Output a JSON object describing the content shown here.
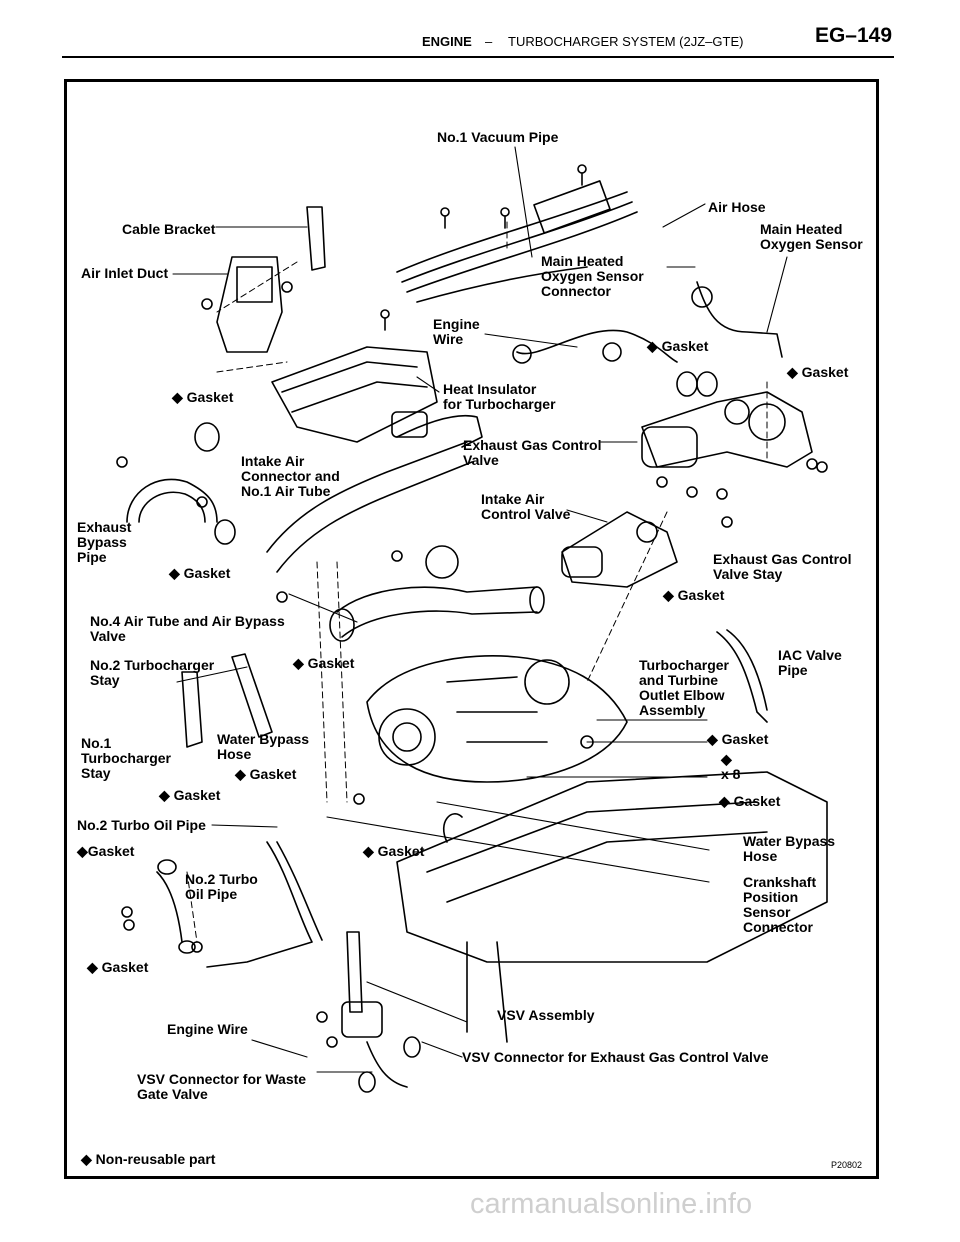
{
  "header": {
    "section": "ENGINE",
    "separator": "–",
    "subtitle": "TURBOCHARGER SYSTEM (2JZ–GTE)",
    "page": "EG–149"
  },
  "figure": {
    "id": "P20802",
    "legend": "◆ Non-reusable part"
  },
  "labels": {
    "no1_vacuum_pipe": "No.1 Vacuum Pipe",
    "air_hose": "Air Hose",
    "main_heated_oxygen_sensor": "Main Heated\nOxygen Sensor",
    "cable_bracket": "Cable Bracket",
    "air_inlet_duct": "Air Inlet Duct",
    "oxygen_sensor_connector": "Main Heated\nOxygen Sensor\nConnector",
    "engine_wire_top": "Engine\nWire",
    "gasket_engine_wire": "◆ Gasket",
    "gasket_right": "◆ Gasket",
    "gasket_heat_insulator": "◆ Gasket",
    "heat_insulator": "Heat Insulator\nfor Turbocharger",
    "exhaust_gas_control_valve": "Exhaust Gas Control\nValve",
    "intake_air_connector": "Intake Air\nConnector and\nNo.1 Air Tube",
    "intake_air_control_valve": "Intake Air\nControl Valve",
    "exhaust_bypass_pipe": "Exhaust\nBypass\nPipe",
    "gasket_bypass": "◆ Gasket",
    "exhaust_gas_control_valve_stay": "Exhaust Gas Control\nValve Stay",
    "gasket_stay": "◆ Gasket",
    "no4_air_tube": "No.4 Air Tube and Air Bypass\nValve",
    "iac_valve_pipe": "IAC Valve\nPipe",
    "no2_turbocharger_stay": "No.2 Turbocharger\nStay",
    "gasket_mid": "◆ Gasket",
    "turbocharger_assembly": "Turbocharger\nand Turbine\nOutlet Elbow\nAssembly",
    "no1_turbocharger_stay": "No.1\nTurbocharger\nStay",
    "water_bypass_hose_left": "Water Bypass\nHose",
    "gasket_water_bypass": "◆ Gasket",
    "gasket_elbow": "◆ Gasket",
    "nut_x8": "◆\nx 8",
    "gasket_left_oil": "◆ Gasket",
    "gasket_lower_right": "◆ Gasket",
    "no2_turbo_oil_pipe_top": "No.2 Turbo Oil Pipe",
    "gasket_oil_left": "◆Gasket",
    "gasket_oil_center": "◆ Gasket",
    "water_bypass_hose_right": "Water Bypass\nHose",
    "no2_turbo_oil_pipe": "No.2 Turbo\nOil Pipe",
    "crankshaft_sensor_connector": "Crankshaft\nPosition\nSensor\nConnector",
    "gasket_bottom_left": "◆ Gasket",
    "vsv_assembly": "VSV Assembly",
    "engine_wire_bottom": "Engine Wire",
    "vsv_connector_exhaust": "VSV Connector for Exhaust Gas Control Valve",
    "vsv_connector_waste_gate": "VSV Connector for Waste\nGate Valve"
  },
  "watermark": "carmanualsonline.info"
}
